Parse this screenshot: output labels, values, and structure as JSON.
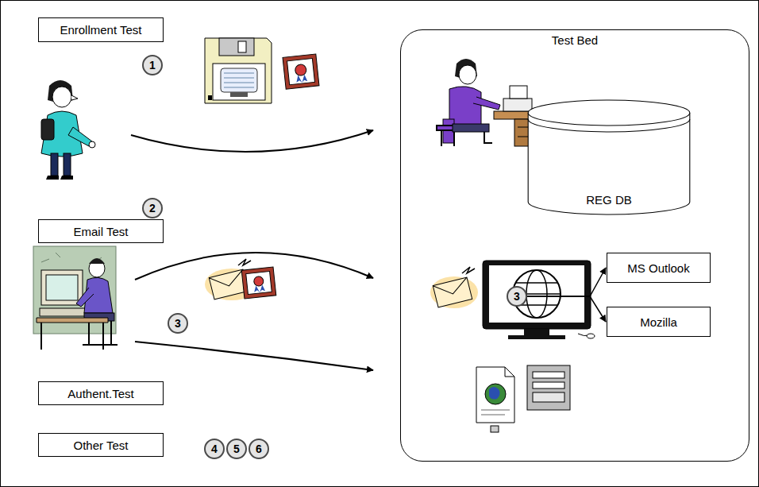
{
  "diagram": {
    "nodes": [
      {
        "text": [
          "Enrollment Test"
        ]
      },
      {
        "text": [
          "1"
        ]
      },
      {
        "text": [
          "2"
        ]
      },
      {
        "text": [
          "Email Test"
        ]
      },
      {
        "text": [
          "3"
        ]
      },
      {
        "text": [
          "Authent.Test"
        ]
      },
      {
        "text": [
          "Other Test"
        ]
      },
      {
        "text": [
          "4"
        ]
      },
      {
        "text": [
          "5"
        ]
      },
      {
        "text": [
          "6"
        ]
      },
      {
        "text": [
          "Test Bed"
        ]
      },
      {
        "text": [
          "REG DB"
        ],
        "in": 10
      },
      {
        "text": [
          "3"
        ],
        "in": 10
      },
      {
        "text": [
          "MS Outlook"
        ],
        "in": 10
      },
      {
        "text": [
          "Mozilla"
        ],
        "in": 10
      }
    ],
    "edges": [
      {
        "from": 12,
        "to": 13,
        "arrow": "to"
      },
      {
        "from": 12,
        "to": 14,
        "arrow": "to"
      }
    ]
  }
}
